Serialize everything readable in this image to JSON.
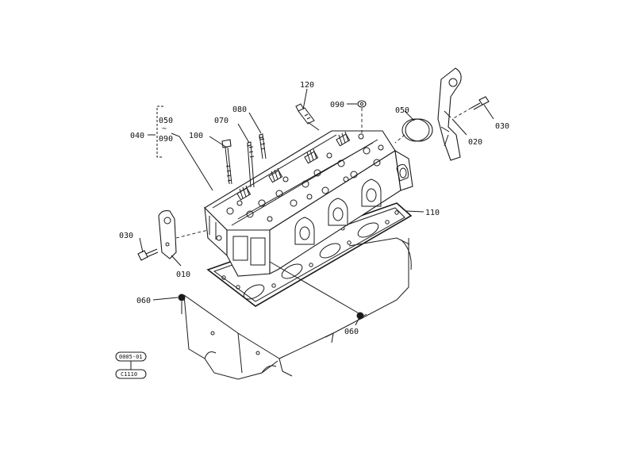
{
  "diagram": {
    "callouts": {
      "c010": "010",
      "c020": "020",
      "c030_right": "030",
      "c030_left": "030",
      "c040": "040",
      "c050_group": "050",
      "c050_tilde": "~",
      "c090_group": "090",
      "c050_plug": "050",
      "c060_left": "060",
      "c060_bottom": "060",
      "c070": "070",
      "c080": "080",
      "c090": "090",
      "c100": "100",
      "c110": "110",
      "c120": "120"
    },
    "stamps": {
      "top": "0005-01",
      "bottom": "C1110"
    }
  }
}
